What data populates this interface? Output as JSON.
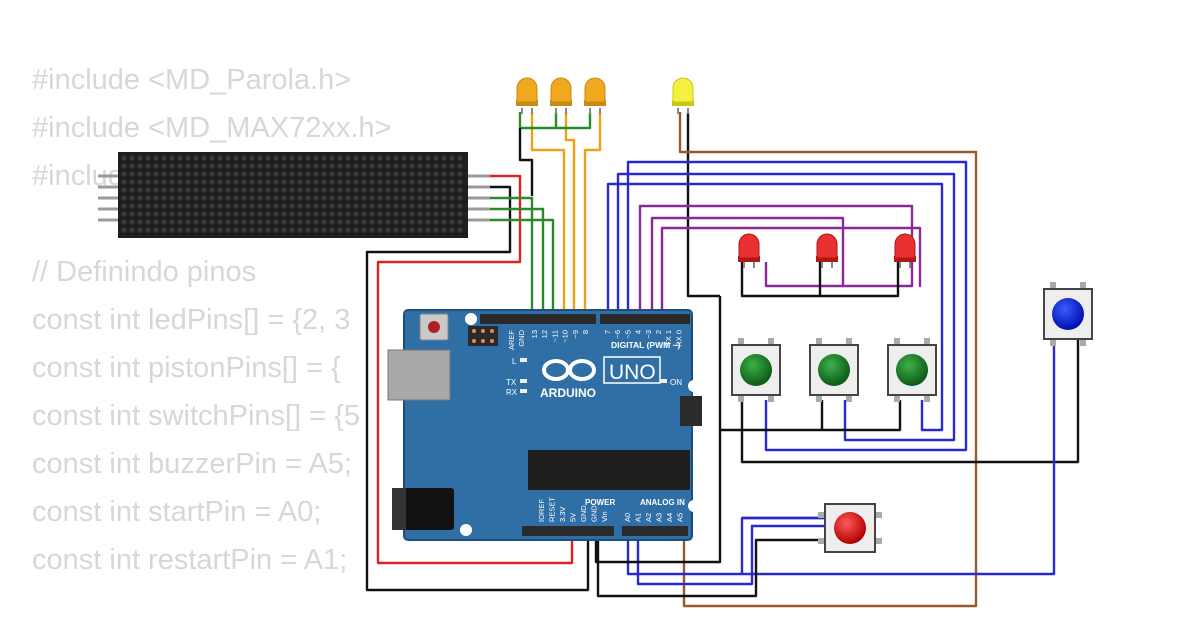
{
  "code_lines": [
    "#include <MD_Parola.h>",
    "#include <MD_MAX72xx.h>",
    "#include",
    "",
    "// Definindo pinos",
    "const int ledPins[] = {2, 3",
    "const int pistonPins[] = {",
    "const int switchPins[] = {5",
    "const int buzzerPin = A5;",
    "const int startPin = A0;",
    "const int restartPin = A1;"
  ],
  "arduino": {
    "model": "UNO",
    "brand": "ARDUINO",
    "digital_header": "DIGITAL (PWM ~)",
    "power_header": "POWER",
    "analog_header": "ANALOG IN",
    "on_label": "ON",
    "l_label": "L",
    "tx_label": "TX",
    "rx_label": "RX",
    "aref_label": "AREF",
    "gnd_label": "GND",
    "digital_pins": [
      "13",
      "12",
      "~11",
      "~10",
      "~9",
      "8",
      "7",
      "~6",
      "~5",
      "4",
      "~3",
      "2",
      "TX 1",
      "RX 0"
    ],
    "power_pins": [
      "IOREF",
      "RESET",
      "3.3V",
      "5V",
      "GND",
      "GND",
      "Vin"
    ],
    "analog_pins": [
      "A0",
      "A1",
      "A2",
      "A3",
      "A4",
      "A5"
    ]
  },
  "components": {
    "orange_leds": 3,
    "yellow_leds": 1,
    "red_leds": 3,
    "green_buttons": 3,
    "red_buttons": 1,
    "blue_buttons": 1,
    "led_matrix_modules": 4
  },
  "colors": {
    "board": "#2f6fa5",
    "matrix": "#222222",
    "wire_blue": "#2a2acc",
    "wire_purple": "#8a2a9a",
    "wire_green": "#2a8a2a",
    "wire_orange": "#e8a317",
    "wire_red": "#dd2222",
    "wire_black": "#111111",
    "wire_brown": "#9a5a2a"
  }
}
